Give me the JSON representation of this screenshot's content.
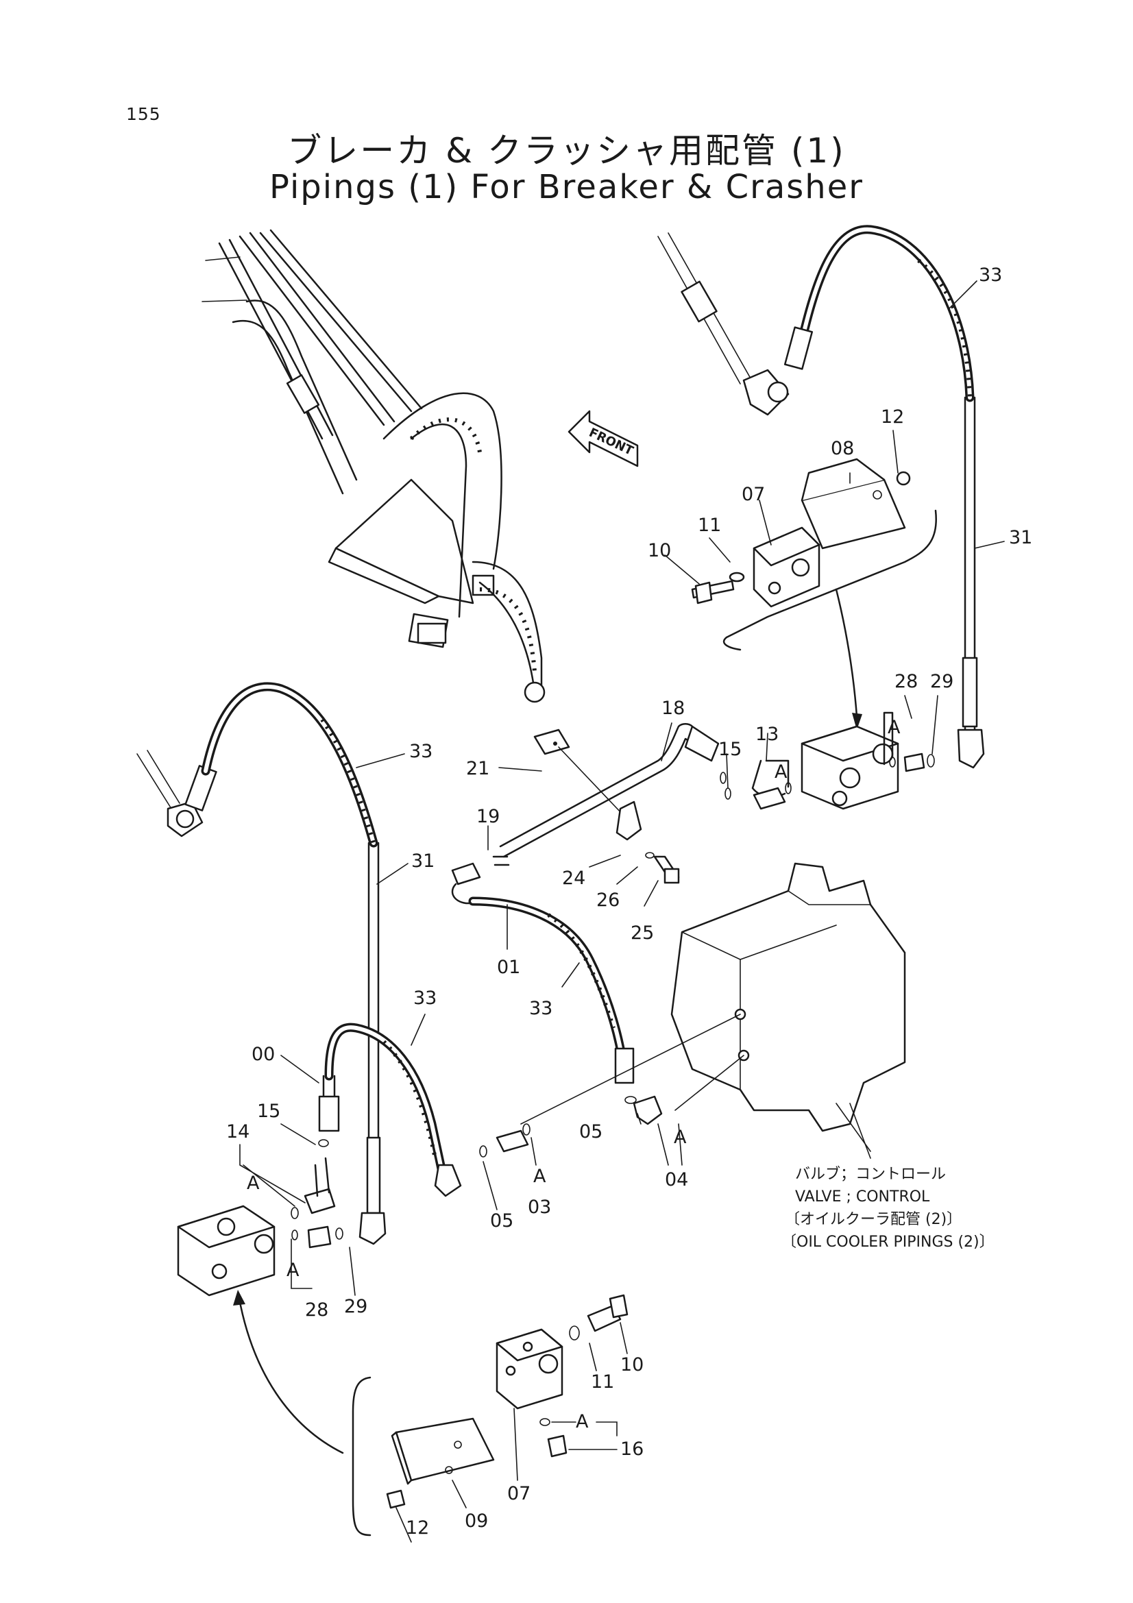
{
  "page_number": "155",
  "title_jp": "ブレーカ & クラッシャ用配管 (1)",
  "title_en": "Pipings (1) For Breaker & Crasher",
  "front_arrow_label": "FRONT",
  "valve_note": {
    "line1": "バルブ；コントロール",
    "line2": "VALVE ; CONTROL",
    "line3": "〔オイルクーラ配管 (2)〕",
    "line4": "〔OIL COOLER PIPINGS (2)〕"
  },
  "callouts": {
    "c33_top": "33",
    "c12_top": "12",
    "c08": "08",
    "c07_top": "07",
    "c11_top": "11",
    "c10_top": "10",
    "c31_right": "31",
    "c28_right": "28",
    "c29_right": "29",
    "c18": "18",
    "c13": "13",
    "c15_mid": "15",
    "cA_r1": "A",
    "cA_r2": "A",
    "c21": "21",
    "c19": "19",
    "c24": "24",
    "c26": "26",
    "c25": "25",
    "c01": "01",
    "c33_mid": "33",
    "c33_left": "33",
    "c31_left": "31",
    "c33_lower": "33",
    "c00": "00",
    "c15_left": "15",
    "c14": "14",
    "cA_l1": "A",
    "cA_l2": "A",
    "c28_left": "28",
    "c29_left": "29",
    "c05_left": "05",
    "c03": "03",
    "cA_03": "A",
    "c05_right": "05",
    "cA_04": "A",
    "c04": "04",
    "c11_bottom": "11",
    "c10_bottom": "10",
    "cA_16": "A",
    "c16": "16",
    "c07_bottom": "07",
    "c09": "09",
    "c12_bottom": "12"
  }
}
